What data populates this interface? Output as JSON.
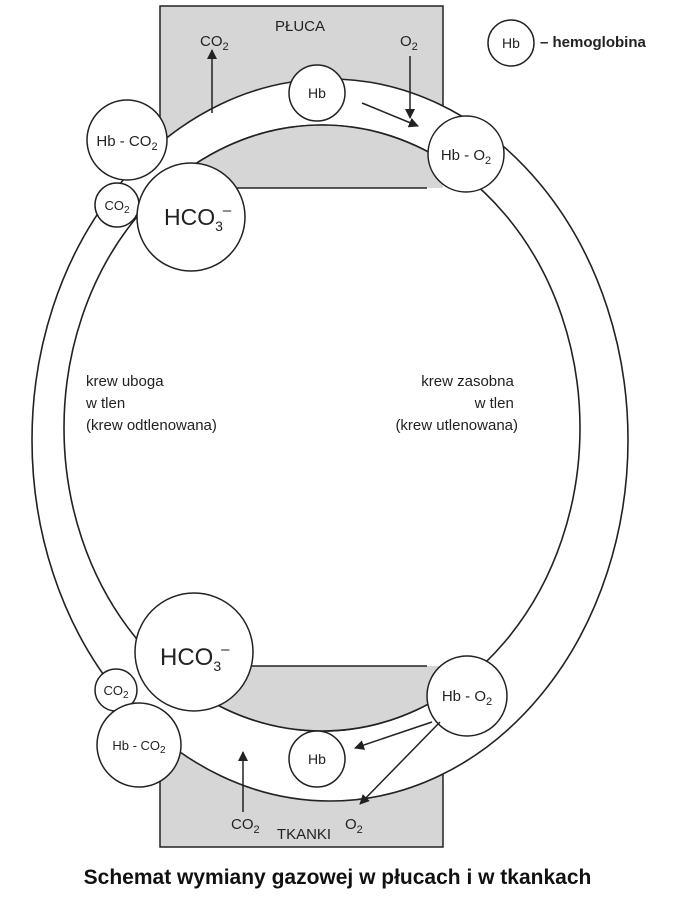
{
  "labels": {
    "lungs": "PŁUCA",
    "tissues": "TKANKI",
    "legend_symbol": "Hb",
    "legend_text": "– hemoglobina",
    "co2": "CO",
    "o2": "O",
    "sub2": "2",
    "hb": "Hb",
    "hb_co2_a": "Hb - CO",
    "hb_o2_a": "Hb - O",
    "hco3": "HCO",
    "sub3": "3",
    "minus": "–",
    "left_line1": "krew uboga",
    "left_line2": "w tlen",
    "left_line3": "(krew odtlenowana)",
    "right_line1": "krew zasobna",
    "right_line2": "w tlen",
    "right_line3": "(krew utlenowana)"
  },
  "caption": "Schemat wymiany gazowej w płucach i w tkankach",
  "colors": {
    "gray_fill": "#d6d6d6",
    "stroke": "#222222",
    "background": "#ffffff"
  }
}
